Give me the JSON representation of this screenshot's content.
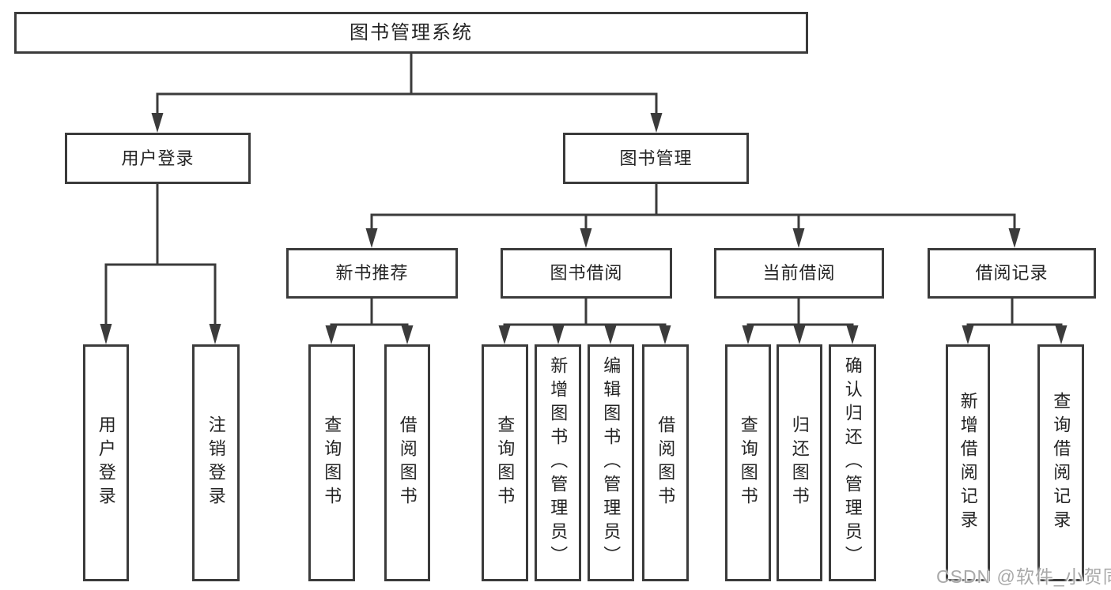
{
  "diagram": {
    "type": "tree",
    "colors": {
      "line": "#3b3b3b",
      "box_border": "#3b3b3b",
      "box_background": "#ffffff",
      "text": "#242424",
      "watermark_text": "#a9a9a9"
    },
    "root": {
      "label": "图书管理系统",
      "children": [
        {
          "label": "用户登录",
          "children": [
            {
              "label": "用户登录"
            },
            {
              "label": "注销登录"
            }
          ]
        },
        {
          "label": "图书管理",
          "children": [
            {
              "label": "新书推荐",
              "children": [
                {
                  "label": "查询图书"
                },
                {
                  "label": "借阅图书"
                }
              ]
            },
            {
              "label": "图书借阅",
              "children": [
                {
                  "label": "查询图书"
                },
                {
                  "label": "新增图书（管理员）"
                },
                {
                  "label": "编辑图书（管理员）"
                },
                {
                  "label": "借阅图书"
                }
              ]
            },
            {
              "label": "当前借阅",
              "children": [
                {
                  "label": "查询图书"
                },
                {
                  "label": "归还图书"
                },
                {
                  "label": "确认归还（管理员）"
                }
              ]
            },
            {
              "label": "借阅记录",
              "children": [
                {
                  "label": "新增借阅记录"
                },
                {
                  "label": "查询借阅记录"
                }
              ]
            }
          ]
        }
      ]
    },
    "watermark": "CSDN @软件_小贺同学"
  }
}
